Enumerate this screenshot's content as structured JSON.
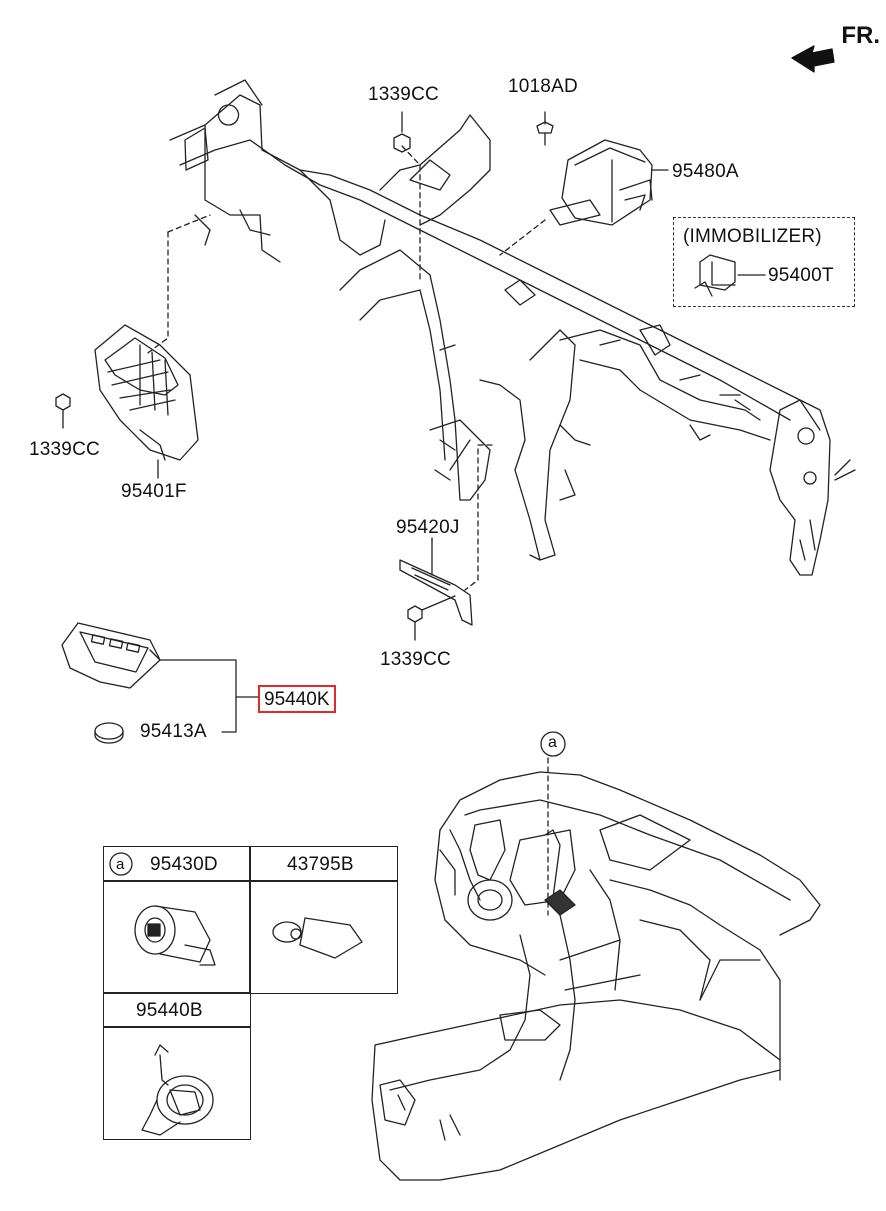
{
  "header": {
    "direction_label": "FR."
  },
  "callouts": {
    "bolt_top": "1339CC",
    "screw_top": "1018AD",
    "module_right": "95480A",
    "immobilizer_title": "(IMMOBILIZER)",
    "immobilizer_part": "95400T",
    "nut_left": "1339CC",
    "bcm_left": "95401F",
    "bracket_mid": "95420J",
    "nut_mid": "1339CC",
    "smart_key": "95440K",
    "battery": "95413A",
    "detail_marker": "a"
  },
  "detail_table": {
    "marker": "a",
    "part_a": "95430D",
    "part_b": "43795B",
    "part_c": "95440B"
  }
}
